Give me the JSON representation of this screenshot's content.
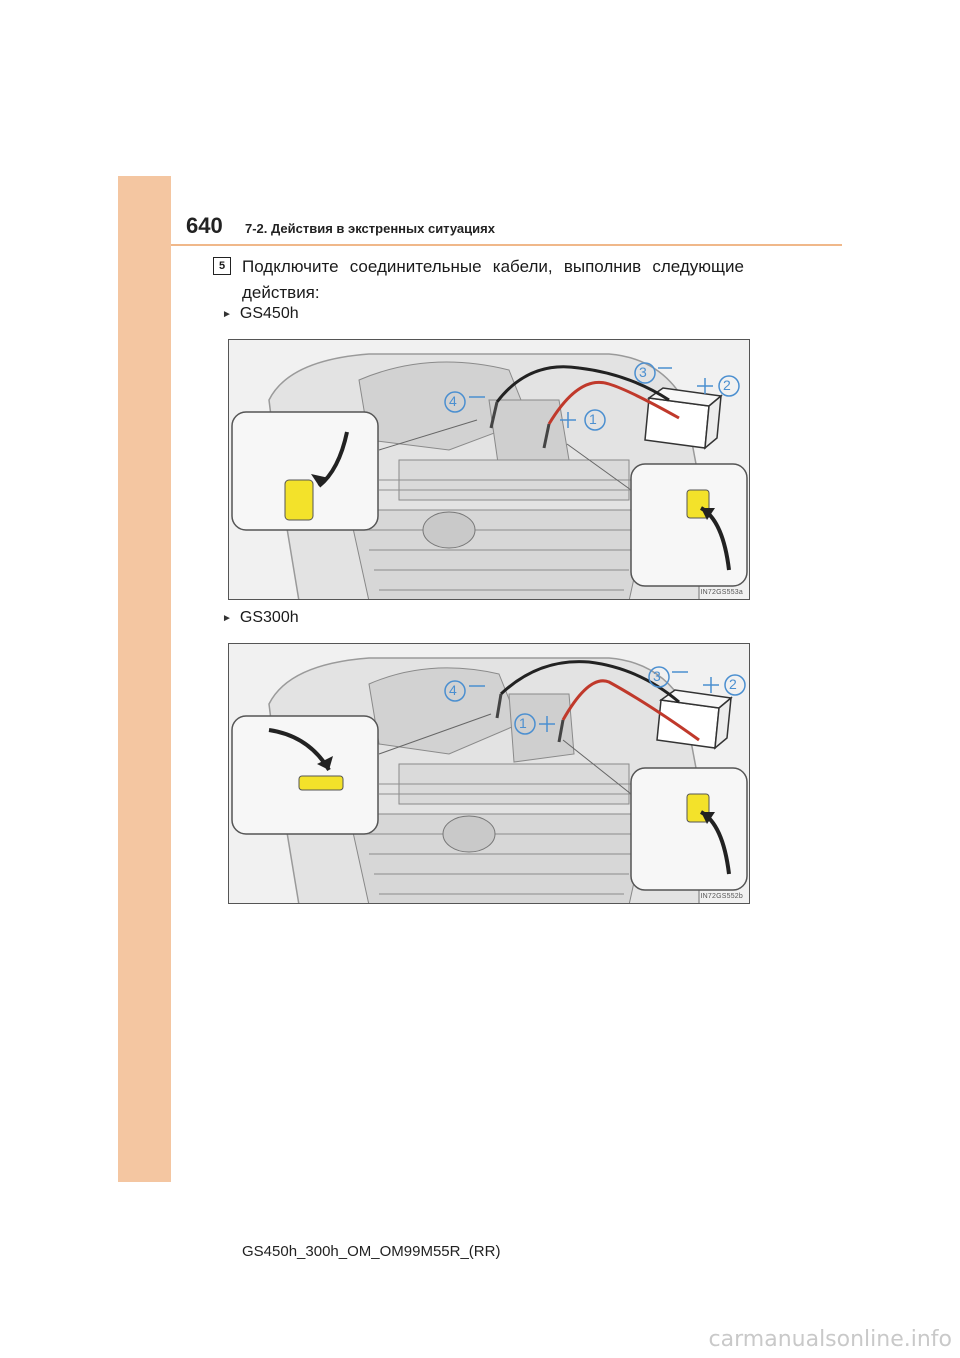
{
  "header": {
    "page_number": "640",
    "section_title": "7-2. Действия в экстренных ситуациях"
  },
  "step": {
    "number": "5",
    "text": "Подключите соединительные кабели, выполнив следующие действия:"
  },
  "variants": [
    {
      "label": "GS450h",
      "figure_code": "IN72GS553a",
      "callouts": {
        "c1": "1",
        "c2": "2",
        "c3": "3",
        "c4": "4"
      }
    },
    {
      "label": "GS300h",
      "figure_code": "IN72GS552b",
      "callouts": {
        "c1": "1",
        "c2": "2",
        "c3": "3",
        "c4": "4"
      }
    }
  ],
  "footer": {
    "doc_id": "GS450h_300h_OM_OM99M55R_(RR)"
  },
  "watermark": "carmanualsonline.info",
  "colors": {
    "sidebar": "#f4c6a1",
    "rule": "#f0b88a",
    "callout": "#4b8fd0",
    "cable_red": "#c0392b",
    "terminal_yellow": "#f3e22a"
  }
}
